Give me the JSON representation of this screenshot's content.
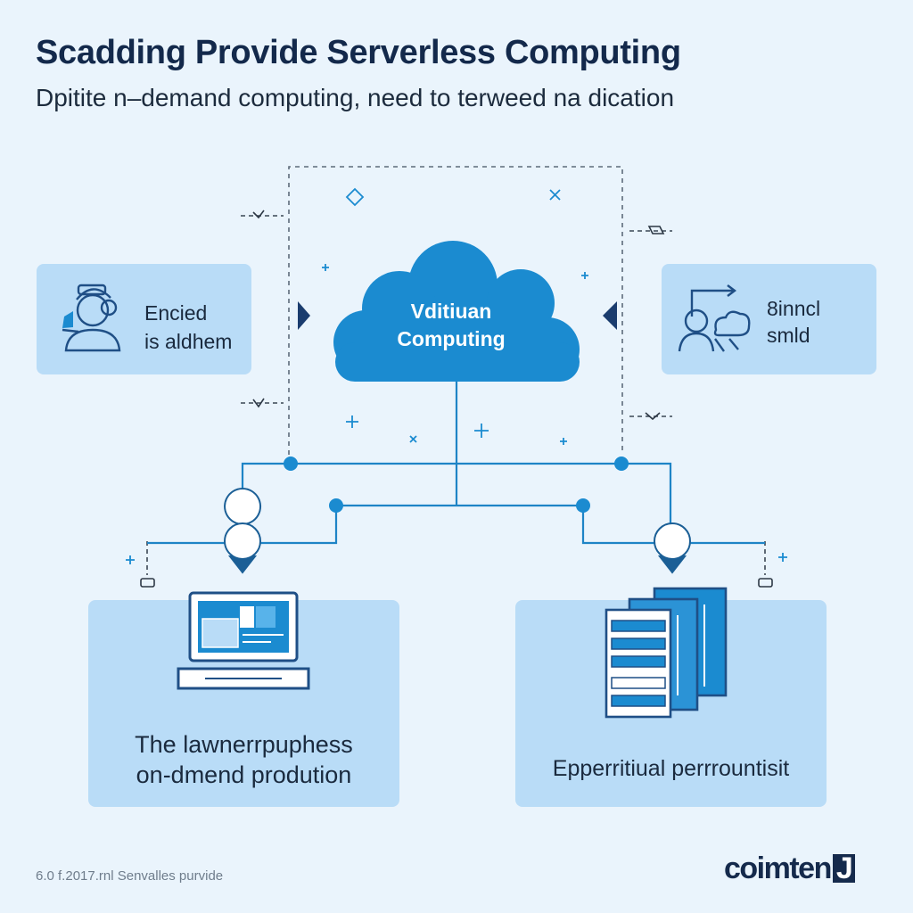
{
  "header": {
    "title": "Scadding Provide Serverless Computing",
    "subtitle": "Dpitite n–demand computing, need to terweed na dication"
  },
  "cloud": {
    "line1": "Vditiuan",
    "line2": "Computing"
  },
  "left_card": {
    "line1": "Encied",
    "line2": "is aldhem",
    "icon": "user-headset-icon"
  },
  "right_card": {
    "line1": "8inncl",
    "line2": "smld",
    "icon": "user-cloud-icon"
  },
  "bottom_left_card": {
    "line1": "The lawnerrpuphess",
    "line2": "on-dmend prodution",
    "icon": "laptop-icon"
  },
  "bottom_right_card": {
    "line1": "Epperritiual perrrountisit",
    "icon": "server-rack-icon"
  },
  "footer": {
    "caption": "6.0 f.2017.rnl Senvalles purvide"
  },
  "logo": {
    "text": "coimten",
    "mark": "J"
  },
  "colors": {
    "accent": "#1b8bd0",
    "line": "#1e84c6",
    "card": "#b9dcf7",
    "background": "#eaf4fc",
    "ink": "#13294b"
  }
}
